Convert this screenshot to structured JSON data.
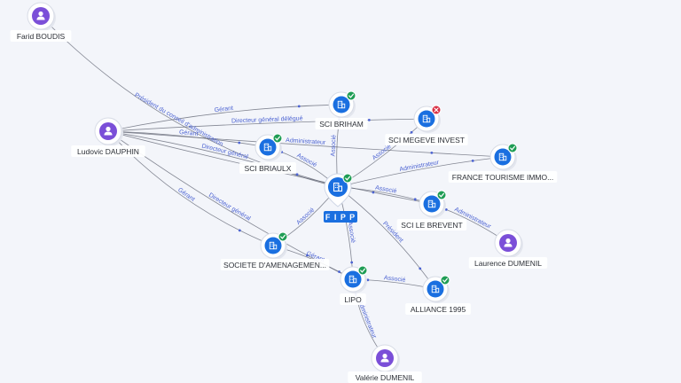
{
  "graph": {
    "center": "fipp",
    "colors": {
      "background": "#f3f5fa",
      "edge": "#5d6270",
      "edge_label": "#4c63d2",
      "person": "#7b4fd8",
      "company": "#1a6fe0",
      "center_label_bg": "#1a6fe0",
      "badge_ok": "#1f9d55",
      "badge_ko": "#d93045",
      "label_text": "#2c2f36"
    },
    "nodes": [
      {
        "id": "farid",
        "type": "person",
        "label": "Farid BOUDIS"
      },
      {
        "id": "ludovic",
        "type": "person",
        "label": "Ludovic DAUPHIN"
      },
      {
        "id": "laurence",
        "type": "person",
        "label": "Laurence DUMENIL"
      },
      {
        "id": "valerie",
        "type": "person",
        "label": "Valérie DUMENIL"
      },
      {
        "id": "fipp",
        "type": "company",
        "label": "F I P P",
        "badge": "ok",
        "center": true
      },
      {
        "id": "briham",
        "type": "company",
        "label": "SCI BRIHAM",
        "badge": "ok"
      },
      {
        "id": "megeve",
        "type": "company",
        "label": "SCI MEGEVE INVEST",
        "badge": "ko"
      },
      {
        "id": "briaulx",
        "type": "company",
        "label": "SCI BRIAULX",
        "badge": "ok"
      },
      {
        "id": "france",
        "type": "company",
        "label": "FRANCE TOURISME IMMO...",
        "badge": "ok"
      },
      {
        "id": "brevent",
        "type": "company",
        "label": "SCI LE BREVENT",
        "badge": "ok"
      },
      {
        "id": "sadam",
        "type": "company",
        "label": "SOCIETE D'AMENAGEMEN...",
        "badge": "ok"
      },
      {
        "id": "lipo",
        "type": "company",
        "label": "LIPO",
        "badge": "ok"
      },
      {
        "id": "alliance",
        "type": "company",
        "label": "ALLIANCE 1995",
        "badge": "ok"
      }
    ],
    "edges": [
      {
        "from": "farid",
        "to": "fipp",
        "label": "Président du conseil d'administration"
      },
      {
        "from": "ludovic",
        "to": "fipp",
        "label": "Directeur général"
      },
      {
        "from": "ludovic",
        "to": "briham",
        "label": "Gérant"
      },
      {
        "from": "ludovic",
        "to": "briaulx",
        "label": "Gérant"
      },
      {
        "from": "ludovic",
        "to": "megeve",
        "label": "Directeur général délégué"
      },
      {
        "from": "ludovic",
        "to": "france",
        "label": "Administrateur"
      },
      {
        "from": "ludovic",
        "to": "sadam",
        "label": "Gérant"
      },
      {
        "from": "ludovic",
        "to": "lipo",
        "label": "Directeur général"
      },
      {
        "from": "ludovic",
        "to": "brevent",
        "label": "Gérant"
      },
      {
        "from": "fipp",
        "to": "briham",
        "label": "Associé"
      },
      {
        "from": "fipp",
        "to": "megeve",
        "label": "Associé"
      },
      {
        "from": "fipp",
        "to": "briaulx",
        "label": "Associé"
      },
      {
        "from": "fipp",
        "to": "france",
        "label": "Administrateur"
      },
      {
        "from": "fipp",
        "to": "brevent",
        "label": "Associé"
      },
      {
        "from": "fipp",
        "to": "sadam",
        "label": "Associé"
      },
      {
        "from": "fipp",
        "to": "lipo",
        "label": "Associé"
      },
      {
        "from": "fipp",
        "to": "alliance",
        "label": "Président"
      },
      {
        "from": "sadam",
        "to": "lipo",
        "label": "Gérant"
      },
      {
        "from": "alliance",
        "to": "lipo",
        "label": "Associé"
      },
      {
        "from": "laurence",
        "to": "brevent",
        "label": "Administrateur"
      },
      {
        "from": "valerie",
        "to": "lipo",
        "label": "Administrateur"
      }
    ]
  }
}
